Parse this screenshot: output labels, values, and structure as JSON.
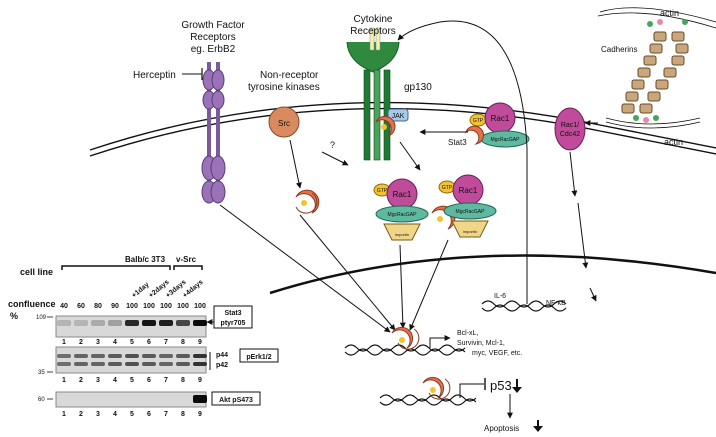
{
  "labels": {
    "gf_receptors_line1": "Growth Factor",
    "gf_receptors_line2": "Receptors",
    "gf_receptors_line3": "eg. ErbB2",
    "herceptin": "Herceptin",
    "cytokine_line1": "Cytokine",
    "cytokine_line2": "Receptors",
    "gp130": "gp130",
    "nonreceptor_line1": "Non-receptor",
    "nonreceptor_line2": "tyrosine kinases",
    "src": "Src",
    "question": "?",
    "jak": "JAK",
    "gtp": "GTP",
    "rac1": "Rac1",
    "mgcracgap": "MgcRacGAP",
    "stat3": "Stat3",
    "importin": "importin",
    "rac1_cdc42_line1": "Rac1/",
    "rac1_cdc42_line2": "Cdc42",
    "actin_top": "actin",
    "actin_bottom": "actin",
    "cadherins": "Cadherins",
    "il6": "IL-6",
    "nfkb": "NF-κB",
    "targets_line1": "Bcl-xL,",
    "targets_line2": "Survivin, Mcl-1,",
    "targets_line3": "myc, VEGF, etc.",
    "p53": "p53",
    "apoptosis": "Apoptosis"
  },
  "blot": {
    "cell_line_label": "cell line",
    "balb_label": "Balb/c 3T3",
    "vsrc_label": "v-Src",
    "confluence_label_line1": "confluence",
    "confluence_label_line2": "%",
    "confluence_values": [
      "40",
      "60",
      "80",
      "90",
      "100",
      "100",
      "100",
      "100",
      "100"
    ],
    "day_labels": [
      "+1day",
      "+2days",
      "+3days",
      "+4days"
    ],
    "lane_numbers": [
      "1",
      "2",
      "3",
      "4",
      "5",
      "6",
      "7",
      "8",
      "9"
    ],
    "panels": [
      {
        "marker": "109",
        "label_line1": "Stat3",
        "label_line2": "ptyr705",
        "band_intensity": [
          0.15,
          0.15,
          0.2,
          0.25,
          0.85,
          0.95,
          0.9,
          0.7,
          1.0
        ]
      },
      {
        "marker": "35",
        "label_line1": "pErk1/2",
        "side_label_1": "p44",
        "side_label_2": "p42",
        "band_intensity": [
          0.5,
          0.55,
          0.55,
          0.6,
          0.65,
          0.6,
          0.55,
          0.6,
          0.8
        ]
      },
      {
        "marker": "60",
        "label_line1": "Akt pS473",
        "band_intensity": [
          0.0,
          0.0,
          0.0,
          0.0,
          0.0,
          0.0,
          0.0,
          0.0,
          1.0
        ]
      }
    ]
  },
  "colors": {
    "receptor_purple": "#9b72b8",
    "gp130_green": "#1f7a33",
    "cytokine_green": "#4aa35a",
    "stat3_orange": "#e8714a",
    "rac1_magenta": "#c04b9a",
    "gap_green": "#5fb8a0",
    "importin_yellow": "#f1d68a",
    "gtp_yellow": "#f2c230",
    "src_brown": "#d98b5f",
    "actin_tan": "#c9a77e",
    "dna_black": "#111111"
  }
}
